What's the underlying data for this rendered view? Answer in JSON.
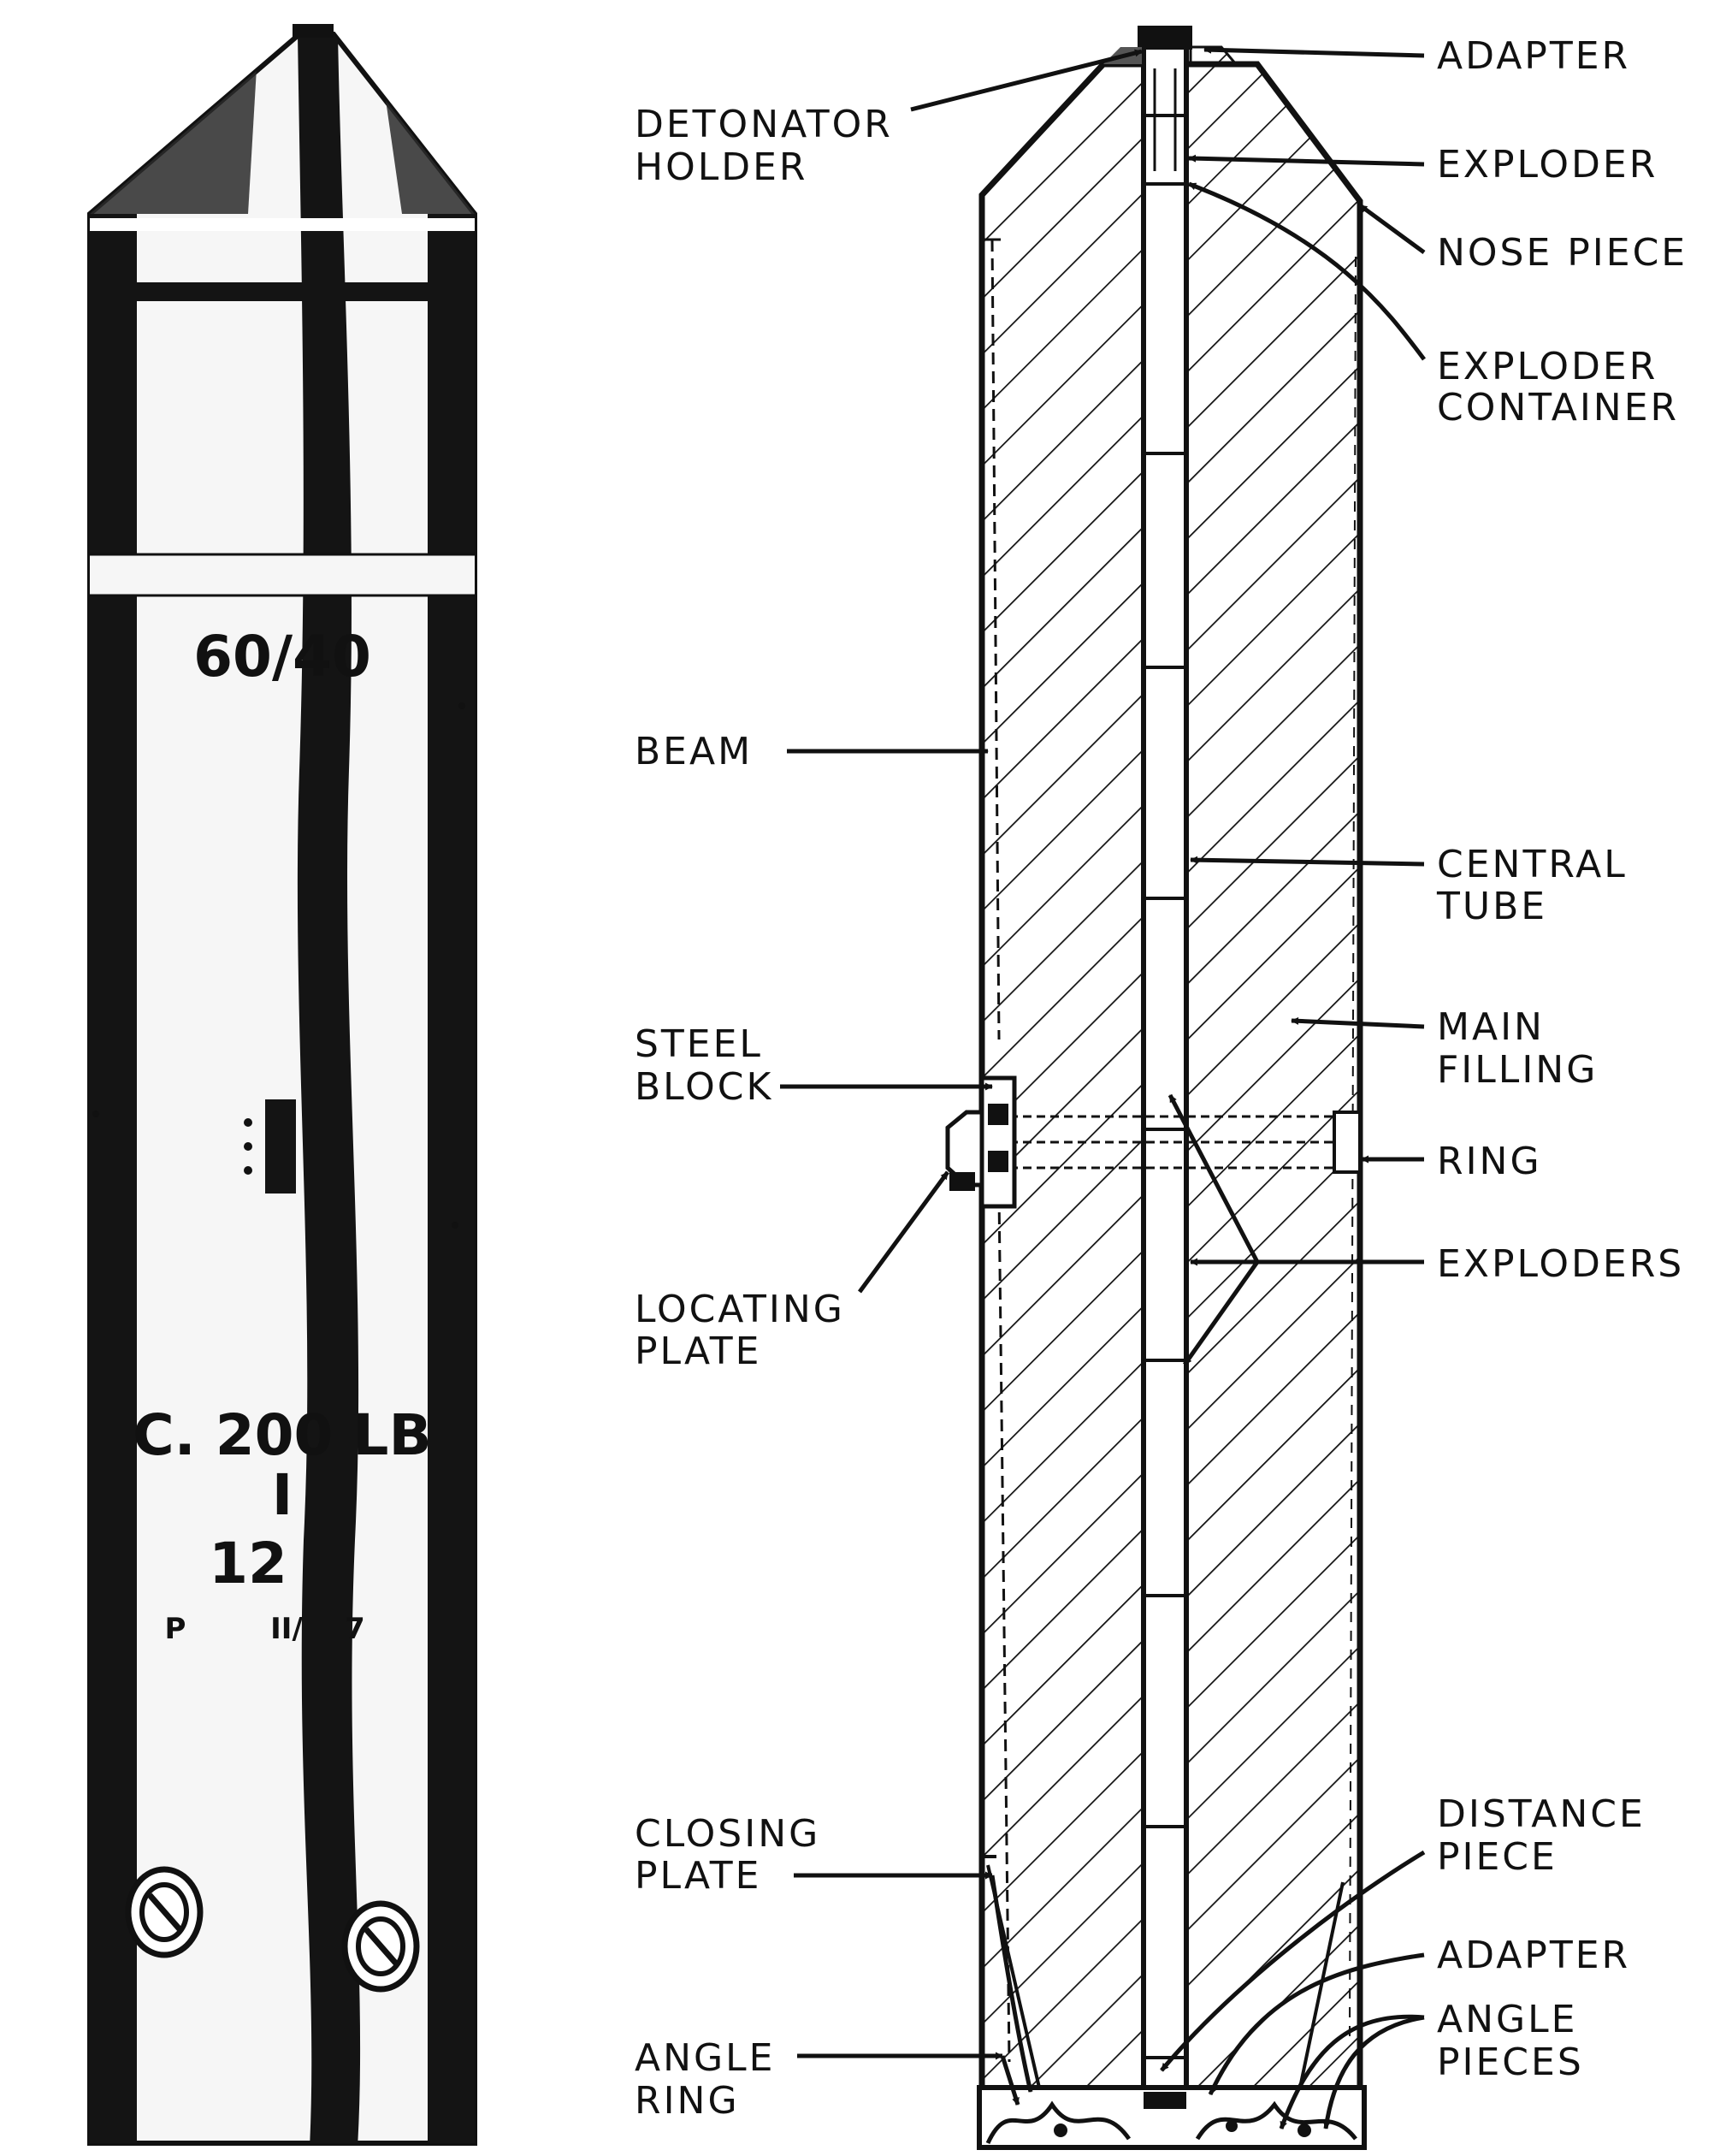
{
  "colors": {
    "ink": "#111111",
    "paper": "#ffffff",
    "stripe": "#141414",
    "body_light": "#f6f6f6"
  },
  "exterior_markings": {
    "ratio": "60/40",
    "main": "C. 200 LB",
    "line2": "I",
    "line3": "12",
    "line4_left": "P",
    "line4_right": "II/",
    "line4_end": "7"
  },
  "labels": {
    "adapter_top": "ADAPTER",
    "detonator_holder_1": "DETONATOR",
    "detonator_holder_2": "HOLDER",
    "exploder": "EXPLODER",
    "nose_piece": "NOSE PIECE",
    "exploder_container_1": "EXPLODER",
    "exploder_container_2": "CONTAINER",
    "beam": "BEAM",
    "central_tube_1": "CENTRAL",
    "central_tube_2": "TUBE",
    "main_filling_1": "MAIN",
    "main_filling_2": "FILLING",
    "steel_block_1": "STEEL",
    "steel_block_2": "BLOCK",
    "ring": "RING",
    "exploders": "EXPLODERS",
    "locating_plate_1": "LOCATING",
    "locating_plate_2": "PLATE",
    "closing_plate_1": "CLOSING",
    "closing_plate_2": "PLATE",
    "distance_piece_1": "DISTANCE",
    "distance_piece_2": "PIECE",
    "adapter_bottom": "ADAPTER",
    "angle_ring_1": "ANGLE",
    "angle_ring_2": "RING",
    "angle_pieces_1": "ANGLE",
    "angle_pieces_2": "PIECES"
  }
}
